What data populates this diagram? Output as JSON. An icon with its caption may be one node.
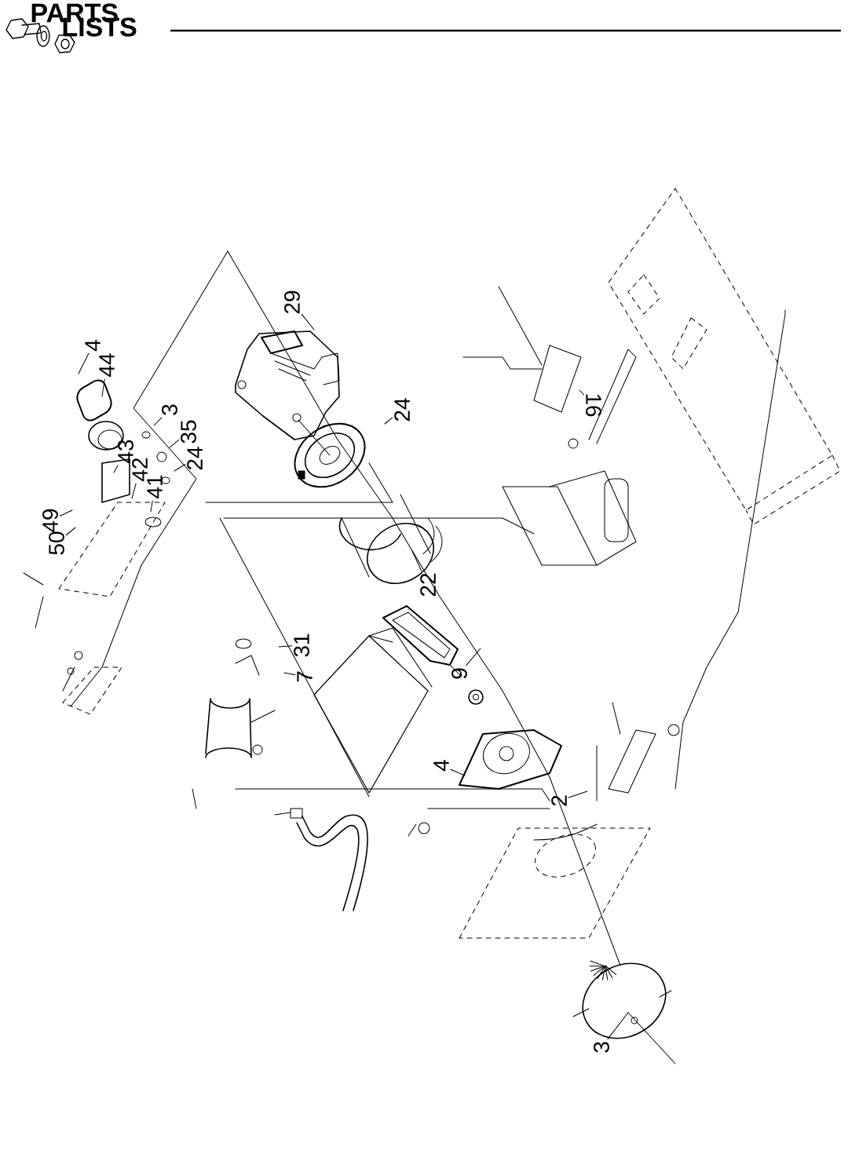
{
  "diagram": {
    "nodes": [
      {
        "text": [
          "29"
        ]
      },
      {
        "text": [
          "4"
        ]
      },
      {
        "text": [
          "44"
        ]
      },
      {
        "text": [
          "3"
        ]
      },
      {
        "text": [
          "35"
        ]
      },
      {
        "text": [
          "24"
        ]
      },
      {
        "text": [
          "43"
        ]
      },
      {
        "text": [
          "42"
        ]
      },
      {
        "text": [
          "41"
        ]
      },
      {
        "text": [
          "49"
        ]
      },
      {
        "text": [
          "50"
        ]
      },
      {
        "text": [
          "24"
        ]
      },
      {
        "text": [
          "16"
        ]
      },
      {
        "text": [
          "22"
        ]
      },
      {
        "text": [
          "31"
        ]
      },
      {
        "text": [
          "7"
        ]
      },
      {
        "text": [
          "9"
        ]
      },
      {
        "text": [
          "4"
        ]
      },
      {
        "text": [
          "2"
        ]
      },
      {
        "text": [
          "3"
        ]
      }
    ],
    "edges": [
      {
        "from": 0,
        "to": null,
        "arrow": "none"
      },
      {
        "from": 1,
        "to": null,
        "arrow": "none"
      },
      {
        "from": 2,
        "to": null,
        "arrow": "none"
      },
      {
        "from": 3,
        "to": null,
        "arrow": "none"
      },
      {
        "from": 4,
        "to": null,
        "arrow": "none"
      },
      {
        "from": 5,
        "to": null,
        "arrow": "none"
      },
      {
        "from": 6,
        "to": null,
        "arrow": "none"
      },
      {
        "from": 7,
        "to": null,
        "arrow": "none"
      },
      {
        "from": 8,
        "to": null,
        "arrow": "none"
      },
      {
        "from": 9,
        "to": null,
        "arrow": "none"
      },
      {
        "from": 10,
        "to": null,
        "arrow": "none"
      },
      {
        "from": 11,
        "to": null,
        "arrow": "none"
      },
      {
        "from": 12,
        "to": null,
        "arrow": "none"
      },
      {
        "from": 13,
        "to": null,
        "arrow": "none"
      },
      {
        "from": 14,
        "to": null,
        "arrow": "none"
      },
      {
        "from": 15,
        "to": null,
        "arrow": "none"
      },
      {
        "from": 16,
        "to": null,
        "arrow": "none"
      },
      {
        "from": 17,
        "to": null,
        "arrow": "none"
      },
      {
        "from": 18,
        "to": null,
        "arrow": "none"
      },
      {
        "from": 19,
        "to": null,
        "arrow": "none"
      }
    ],
    "labels": [
      "PARTS",
      "LISTS"
    ]
  }
}
